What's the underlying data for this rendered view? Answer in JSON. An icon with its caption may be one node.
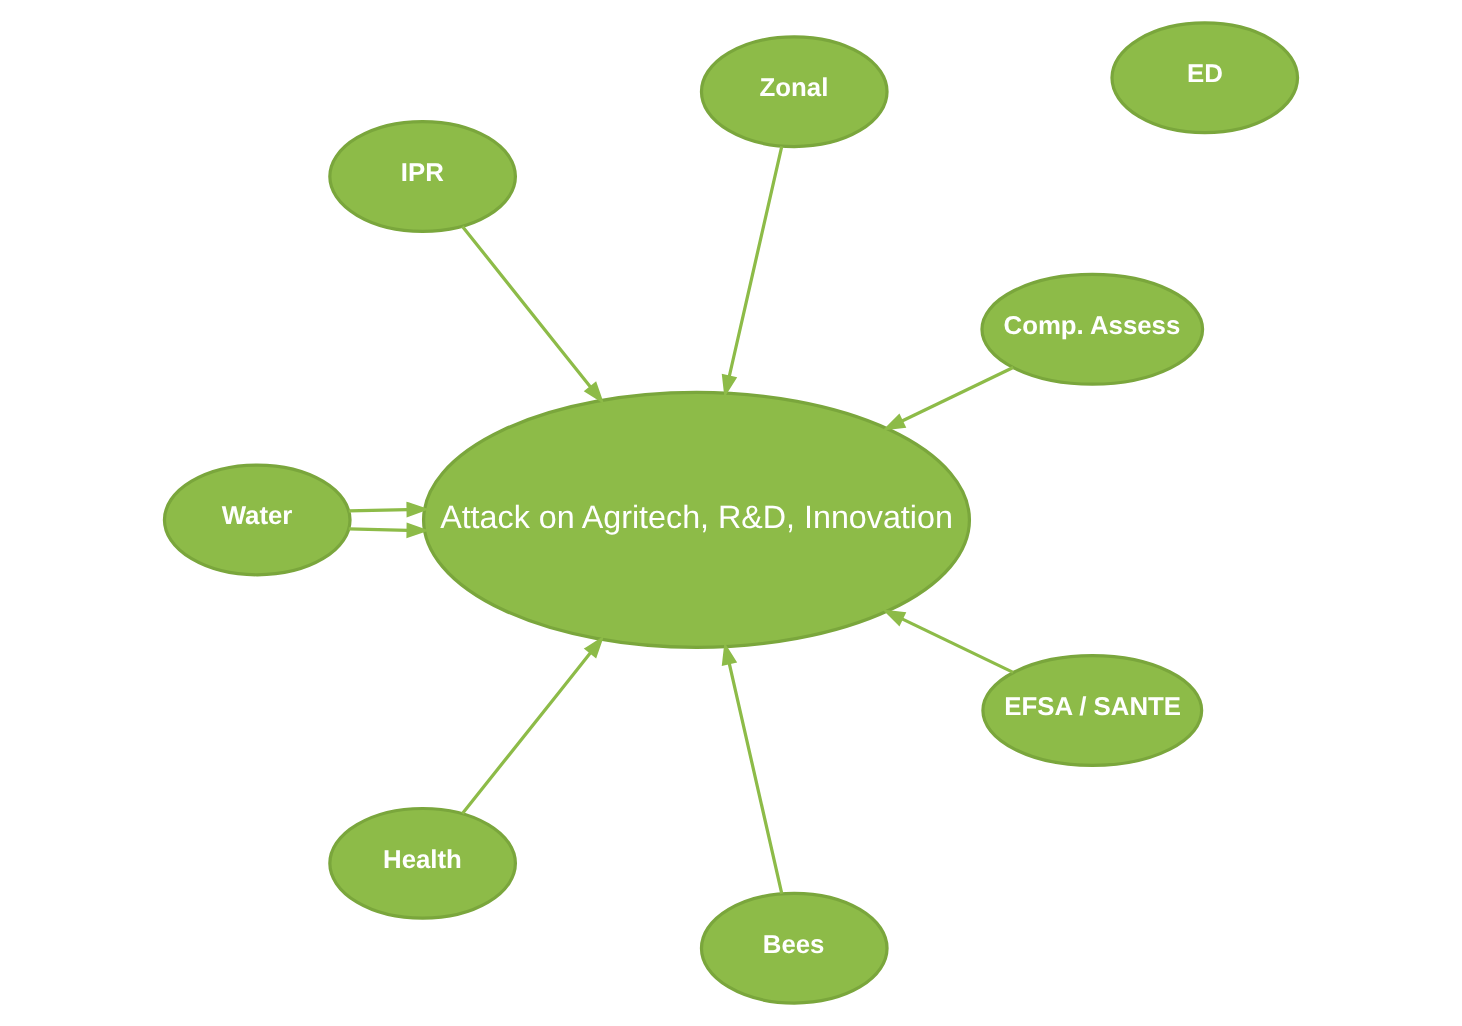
{
  "diagram": {
    "nodes": [
      {
        "text": [
          "ED"
        ]
      },
      {
        "text": [
          "Comp. Assess"
        ]
      },
      {
        "text": [
          "Zonal"
        ]
      },
      {
        "text": [
          "Attack on Agritech, R&D, Innovation"
        ]
      },
      {
        "text": [
          "IPR"
        ]
      },
      {
        "text": [
          "Water"
        ]
      },
      {
        "text": [
          "Health"
        ]
      },
      {
        "text": [
          "Bees"
        ]
      },
      {
        "text": [
          "EFSA / SANTE"
        ]
      }
    ],
    "edges": [
      {
        "from": 1,
        "to": 3,
        "arrow": "to"
      },
      {
        "from": 2,
        "to": 3,
        "arrow": "to"
      },
      {
        "from": 4,
        "to": 3,
        "arrow": "to"
      },
      {
        "from": 5,
        "to": 3,
        "arrow": "to"
      },
      {
        "from": 5,
        "to": 3,
        "arrow": "to"
      },
      {
        "from": 6,
        "to": 3,
        "arrow": "to"
      },
      {
        "from": 7,
        "to": 3,
        "arrow": "to"
      },
      {
        "from": 8,
        "to": 3,
        "arrow": "to"
      }
    ]
  }
}
